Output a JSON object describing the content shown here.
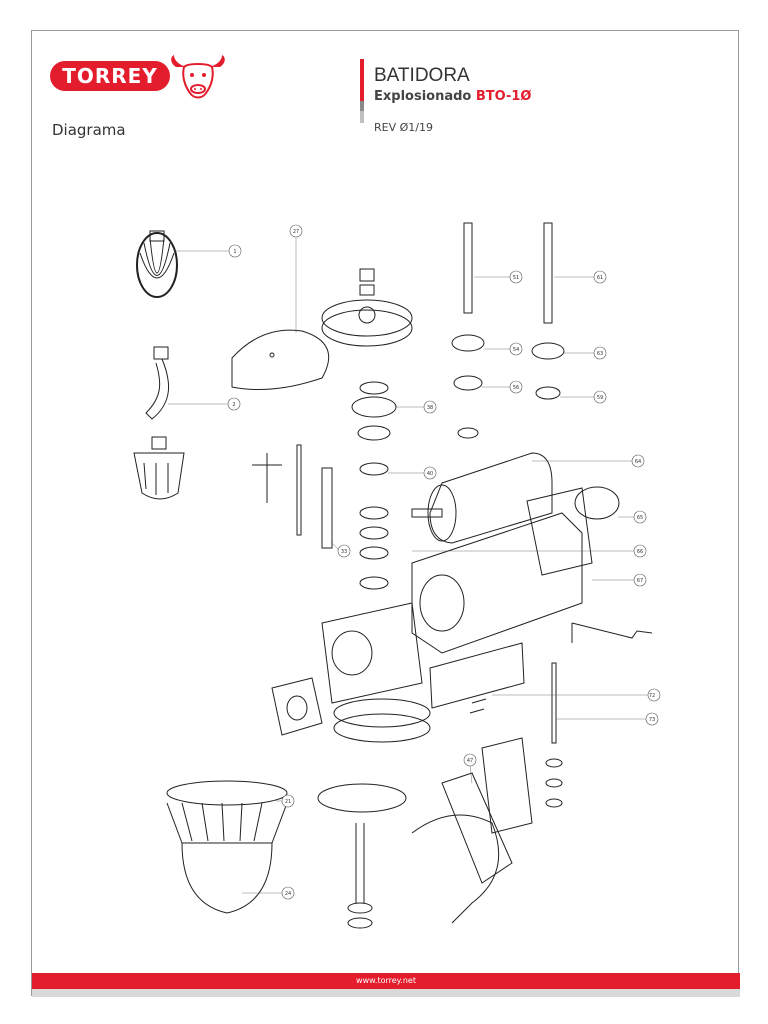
{
  "brand": {
    "logo_text": "TORREY"
  },
  "header": {
    "section": "Diagrama",
    "title": "BATIDORA",
    "subtitle_prefix": "Explosionado",
    "model": "BTO-1Ø",
    "revision": "REV Ø1/19"
  },
  "diagram": {
    "callouts": [
      {
        "label": "1"
      },
      {
        "label": "2"
      },
      {
        "label": "27"
      },
      {
        "label": "33"
      },
      {
        "label": "38"
      },
      {
        "label": "40"
      },
      {
        "label": "51"
      },
      {
        "label": "54"
      },
      {
        "label": "56"
      },
      {
        "label": "59"
      },
      {
        "label": "61"
      },
      {
        "label": "63"
      },
      {
        "label": "64"
      },
      {
        "label": "65"
      },
      {
        "label": "66"
      },
      {
        "label": "67"
      },
      {
        "label": "72"
      },
      {
        "label": "73"
      },
      {
        "label": "47"
      },
      {
        "label": "21"
      },
      {
        "label": "24"
      }
    ]
  },
  "footer": {
    "url": "www.torrey.net"
  },
  "colors": {
    "accent": "#e41d2d",
    "text": "#333333",
    "line": "#222222"
  }
}
